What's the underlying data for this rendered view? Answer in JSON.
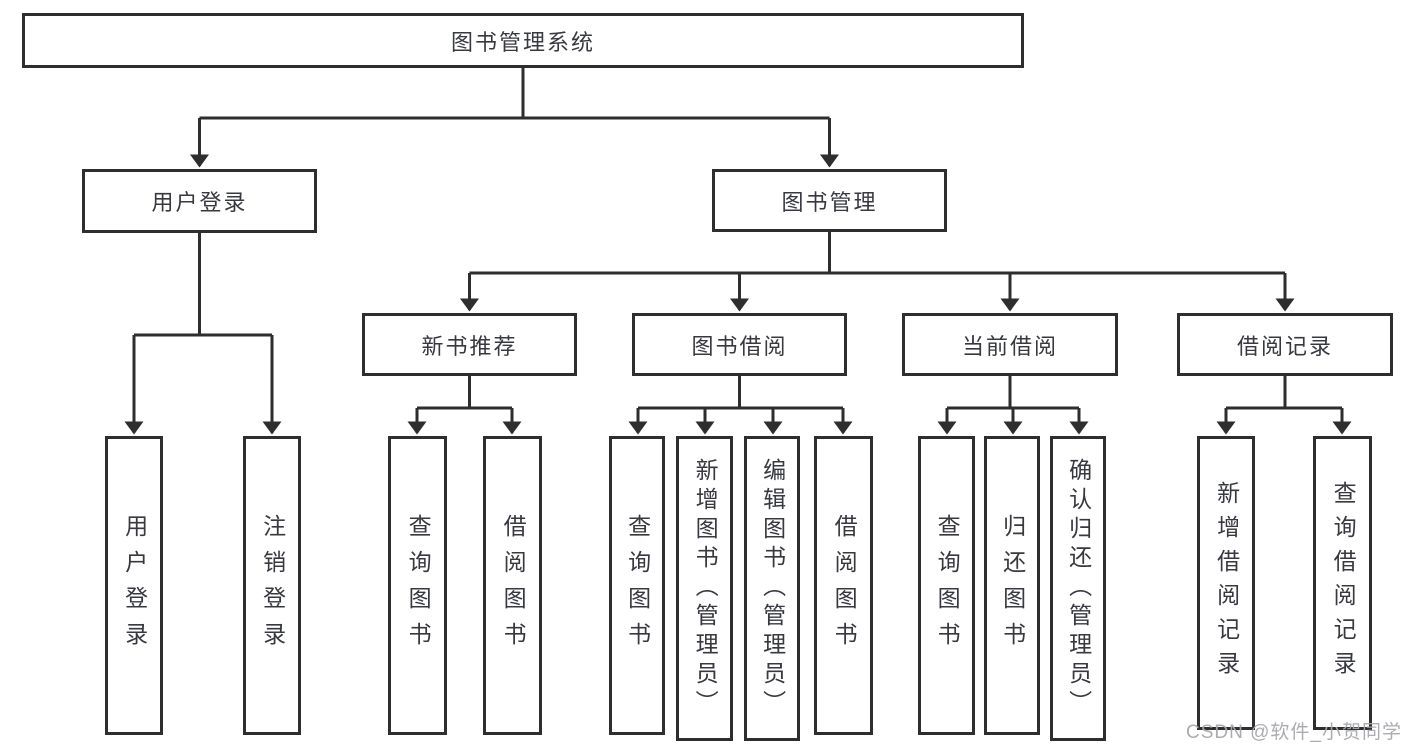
{
  "diagram": {
    "title": "图书管理系统",
    "branches": [
      {
        "label": "用户登录",
        "children": [
          "用户登录",
          "注销登录"
        ]
      },
      {
        "label": "图书管理",
        "children": [
          {
            "label": "新书推荐",
            "children": [
              "查询图书",
              "借阅图书"
            ]
          },
          {
            "label": "图书借阅",
            "children": [
              "查询图书",
              "新增图书（管理员）",
              "编辑图书（管理员）",
              "借阅图书"
            ]
          },
          {
            "label": "当前借阅",
            "children": [
              "查询图书",
              "归还图书",
              "确认归还（管理员）"
            ]
          },
          {
            "label": "借阅记录",
            "children": [
              "新增借阅记录",
              "查询借阅记录"
            ]
          }
        ]
      }
    ]
  },
  "watermark": "CSDN @软件_小贺同学",
  "colors": {
    "line": "#2e2e2e",
    "text": "#37393f",
    "watermark": "#a5a8ad",
    "background": "#ffffff"
  }
}
